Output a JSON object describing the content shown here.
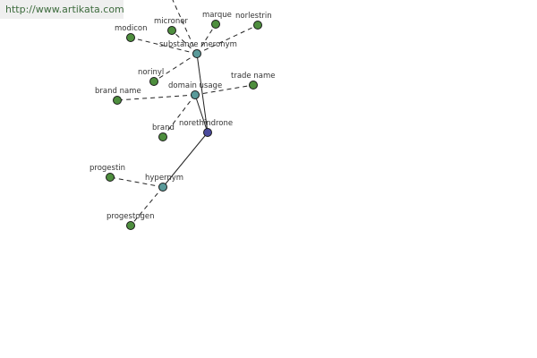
{
  "watermark": "http://www.artikata.com",
  "colors": {
    "focus": "#4a4a9c",
    "relation": "#5a9a9a",
    "leaf": "#4e8e3e"
  },
  "nodes": {
    "norethindrone": "norethindrone",
    "hypernym": "hypernym",
    "domain_usage": "domain usage",
    "substance_meronym": "substance meronym",
    "progestin": "progestin",
    "progestogen": "progestogen",
    "brand": "brand",
    "brand_name": "brand name",
    "trade_name": "trade name",
    "norinyl": "norinyl",
    "modicon": "modicon",
    "micronor": "micronor",
    "marque": "marque",
    "norlestrin": "norlestrin"
  }
}
